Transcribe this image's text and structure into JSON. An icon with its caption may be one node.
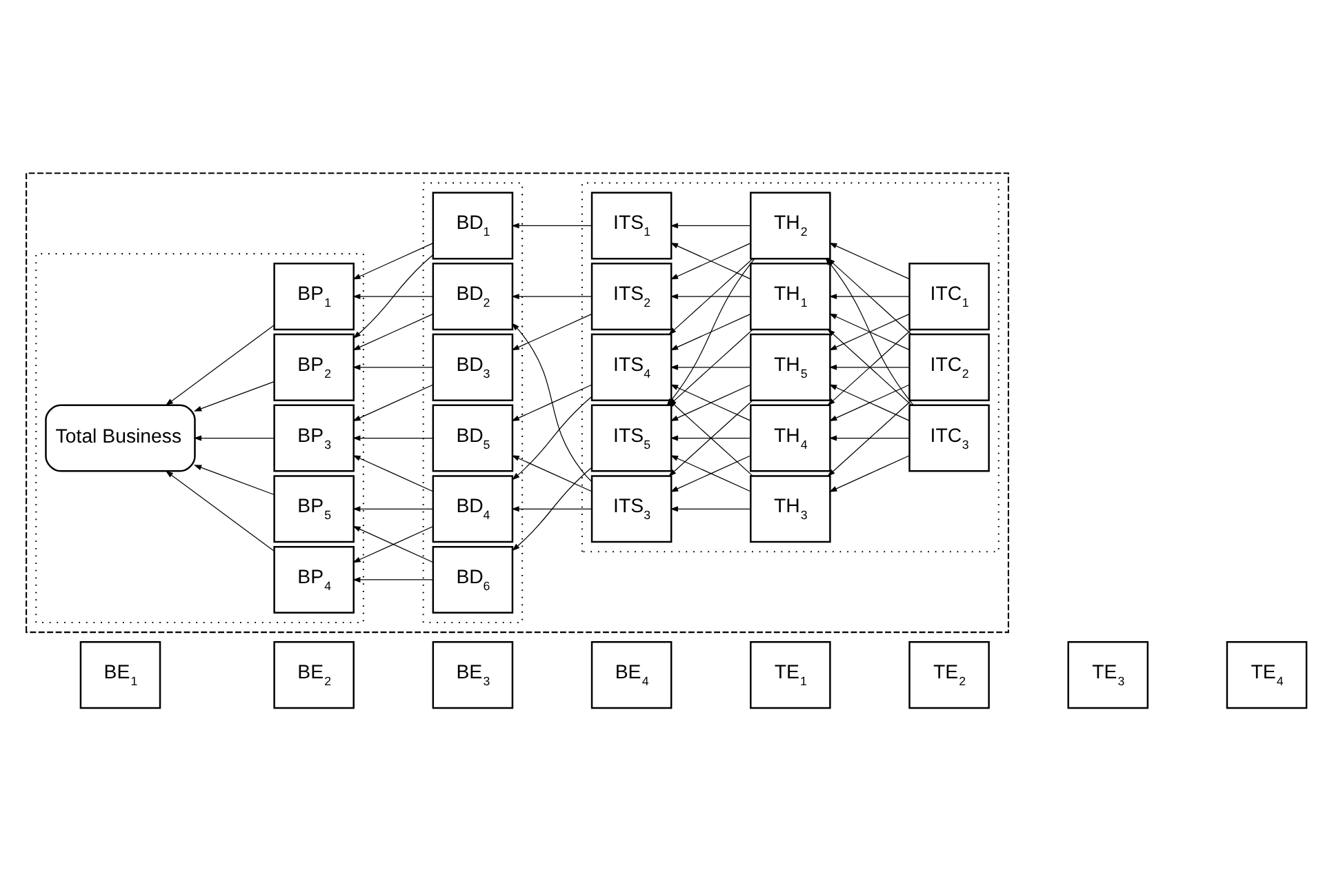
{
  "diagram": {
    "nodes": [
      {
        "text": [
          "BE$_{1}$"
        ]
      },
      {
        "text": [
          "BE$_{2}$"
        ]
      },
      {
        "text": [
          "BE$_{3}$"
        ]
      },
      {
        "text": [
          "BE$_{4}$"
        ]
      },
      {
        "text": [
          "TE$_{1}$"
        ]
      },
      {
        "text": [
          "TE$_{2}$"
        ]
      },
      {
        "text": [
          "TE$_{3}$"
        ]
      },
      {
        "text": [
          "TE$_{4}$"
        ]
      },
      {
        "text": [],
        "shape": "box"
      },
      {
        "text": [],
        "shape": "box",
        "in": 8
      },
      {
        "text": [],
        "shape": "box",
        "in": 8
      },
      {
        "text": [],
        "shape": "box",
        "in": 8
      },
      {
        "text": [
          "Total Business"
        ],
        "in": 9
      },
      {
        "text": [
          "BP$_{1}$"
        ],
        "in": 9
      },
      {
        "text": [
          "BP$_{2}$"
        ],
        "in": 9
      },
      {
        "text": [
          "BP$_{3}$"
        ],
        "in": 9
      },
      {
        "text": [
          "BP$_{4}$"
        ],
        "in": 9
      },
      {
        "text": [
          "BP$_{5}$"
        ],
        "in": 9
      },
      {
        "text": [
          "BD$_{1}$"
        ],
        "in": 10
      },
      {
        "text": [
          "BD$_{2}$"
        ],
        "in": 10
      },
      {
        "text": [
          "BD$_{3}$"
        ],
        "in": 10
      },
      {
        "text": [
          "BD$_{4}$"
        ],
        "in": 10
      },
      {
        "text": [
          "BD$_{5}$"
        ],
        "in": 10
      },
      {
        "text": [
          "BD$_{6}$"
        ],
        "in": 10
      },
      {
        "text": [
          "ITS$_{1}$"
        ],
        "in": 11
      },
      {
        "text": [
          "ITS$_{2}$"
        ],
        "in": 11
      },
      {
        "text": [
          "ITS$_{3}$"
        ],
        "in": 11
      },
      {
        "text": [
          "ITS$_{4}$"
        ],
        "in": 11
      },
      {
        "text": [
          "ITS$_{5}$"
        ],
        "in": 11
      },
      {
        "text": [
          "TH$_{1}$"
        ],
        "in": 11
      },
      {
        "text": [
          "TH$_{2}$"
        ],
        "in": 11
      },
      {
        "text": [
          "TH$_{3}$"
        ],
        "in": 11
      },
      {
        "text": [
          "TH$_{4}$"
        ],
        "in": 11
      },
      {
        "text": [
          "TH$_{5}$"
        ],
        "in": 11
      },
      {
        "text": [
          "ITC$_{1}$"
        ],
        "in": 11
      },
      {
        "text": [
          "ITC$_{2}$"
        ],
        "in": 11
      },
      {
        "text": [
          "ITC$_{3}$"
        ],
        "in": 11
      }
    ],
    "edges": [
      {
        "from": 13,
        "to": 12,
        "arrow": "to"
      },
      {
        "from": 14,
        "to": 12,
        "arrow": "to"
      },
      {
        "from": 15,
        "to": 12,
        "arrow": "to"
      },
      {
        "from": 16,
        "to": 12,
        "arrow": "to"
      },
      {
        "from": 17,
        "to": 12,
        "arrow": "to"
      },
      {
        "from": 18,
        "to": 13,
        "arrow": "to"
      },
      {
        "from": 18,
        "to": 14,
        "arrow": "to"
      },
      {
        "from": 19,
        "to": 13,
        "arrow": "to"
      },
      {
        "from": 19,
        "to": 14,
        "arrow": "to"
      },
      {
        "from": 20,
        "to": 14,
        "arrow": "to"
      },
      {
        "from": 20,
        "to": 15,
        "arrow": "to"
      },
      {
        "from": 21,
        "to": 15,
        "arrow": "to"
      },
      {
        "from": 21,
        "to": 16,
        "arrow": "to"
      },
      {
        "from": 21,
        "to": 17,
        "arrow": "to"
      },
      {
        "from": 22,
        "to": 15,
        "arrow": "to"
      },
      {
        "from": 23,
        "to": 16,
        "arrow": "to"
      },
      {
        "from": 23,
        "to": 17,
        "arrow": "to"
      },
      {
        "from": 24,
        "to": 18,
        "arrow": "to"
      },
      {
        "from": 25,
        "to": 19,
        "arrow": "to"
      },
      {
        "from": 25,
        "to": 20,
        "arrow": "to"
      },
      {
        "from": 26,
        "to": 19,
        "arrow": "to"
      },
      {
        "from": 26,
        "to": 21,
        "arrow": "to"
      },
      {
        "from": 26,
        "to": 22,
        "arrow": "to"
      },
      {
        "from": 27,
        "to": 21,
        "arrow": "to"
      },
      {
        "from": 27,
        "to": 22,
        "arrow": "to"
      },
      {
        "from": 28,
        "to": 23,
        "arrow": "to"
      },
      {
        "from": 29,
        "to": 24,
        "arrow": "to"
      },
      {
        "from": 29,
        "to": 25,
        "arrow": "to"
      },
      {
        "from": 29,
        "to": 27,
        "arrow": "to"
      },
      {
        "from": 29,
        "to": 28,
        "arrow": "to"
      },
      {
        "from": 30,
        "to": 24,
        "arrow": "to"
      },
      {
        "from": 30,
        "to": 25,
        "arrow": "to"
      },
      {
        "from": 30,
        "to": 27,
        "arrow": "to"
      },
      {
        "from": 30,
        "to": 28,
        "arrow": "to"
      },
      {
        "from": 31,
        "to": 26,
        "arrow": "to"
      },
      {
        "from": 31,
        "to": 27,
        "arrow": "to"
      },
      {
        "from": 31,
        "to": 28,
        "arrow": "to"
      },
      {
        "from": 32,
        "to": 26,
        "arrow": "to"
      },
      {
        "from": 32,
        "to": 27,
        "arrow": "to"
      },
      {
        "from": 32,
        "to": 28,
        "arrow": "to"
      },
      {
        "from": 33,
        "to": 26,
        "arrow": "to"
      },
      {
        "from": 33,
        "to": 27,
        "arrow": "to"
      },
      {
        "from": 33,
        "to": 28,
        "arrow": "to"
      },
      {
        "from": 34,
        "to": 29,
        "arrow": "to"
      },
      {
        "from": 34,
        "to": 30,
        "arrow": "to"
      },
      {
        "from": 34,
        "to": 32,
        "arrow": "to"
      },
      {
        "from": 34,
        "to": 33,
        "arrow": "to"
      },
      {
        "from": 35,
        "to": 29,
        "arrow": "to"
      },
      {
        "from": 35,
        "to": 30,
        "arrow": "to"
      },
      {
        "from": 35,
        "to": 31,
        "arrow": "to"
      },
      {
        "from": 35,
        "to": 32,
        "arrow": "to"
      },
      {
        "from": 35,
        "to": 33,
        "arrow": "to"
      },
      {
        "from": 36,
        "to": 29,
        "arrow": "to"
      },
      {
        "from": 36,
        "to": 30,
        "arrow": "to"
      },
      {
        "from": 36,
        "to": 31,
        "arrow": "to"
      },
      {
        "from": 36,
        "to": 32,
        "arrow": "to"
      },
      {
        "from": 36,
        "to": 33,
        "arrow": "to"
      }
    ]
  }
}
